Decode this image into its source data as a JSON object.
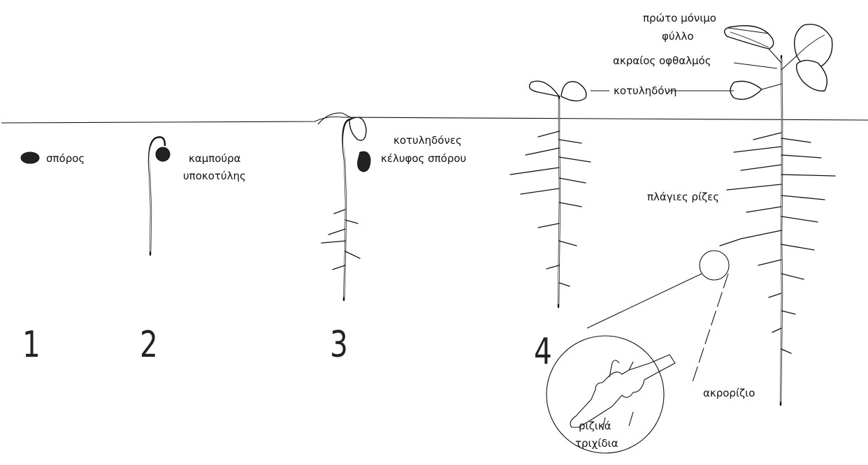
{
  "stages": [
    "1",
    "2",
    "3",
    "4"
  ],
  "labels": {
    "seed": "σπόρος",
    "hypocotyl_hook_line1": "καμπούρα",
    "hypocotyl_hook_line2": "υποκοτύλης",
    "cotyledons": "κοτυληδόνες",
    "seed_coat": "κέλυφος σπόρου",
    "first_true_leaf_line1": "πρώτο μόνιμο",
    "first_true_leaf_line2": "φύλλο",
    "apical_bud": "ακραίος οφθαλμός",
    "cotyledon": "κοτυληδόνη",
    "lateral_roots": "πλάγιες ρίζες",
    "root_tip": "ακρορίζιο",
    "root_hairs_line1": "ριζικά",
    "root_hairs_line2": "τριχίδια"
  }
}
